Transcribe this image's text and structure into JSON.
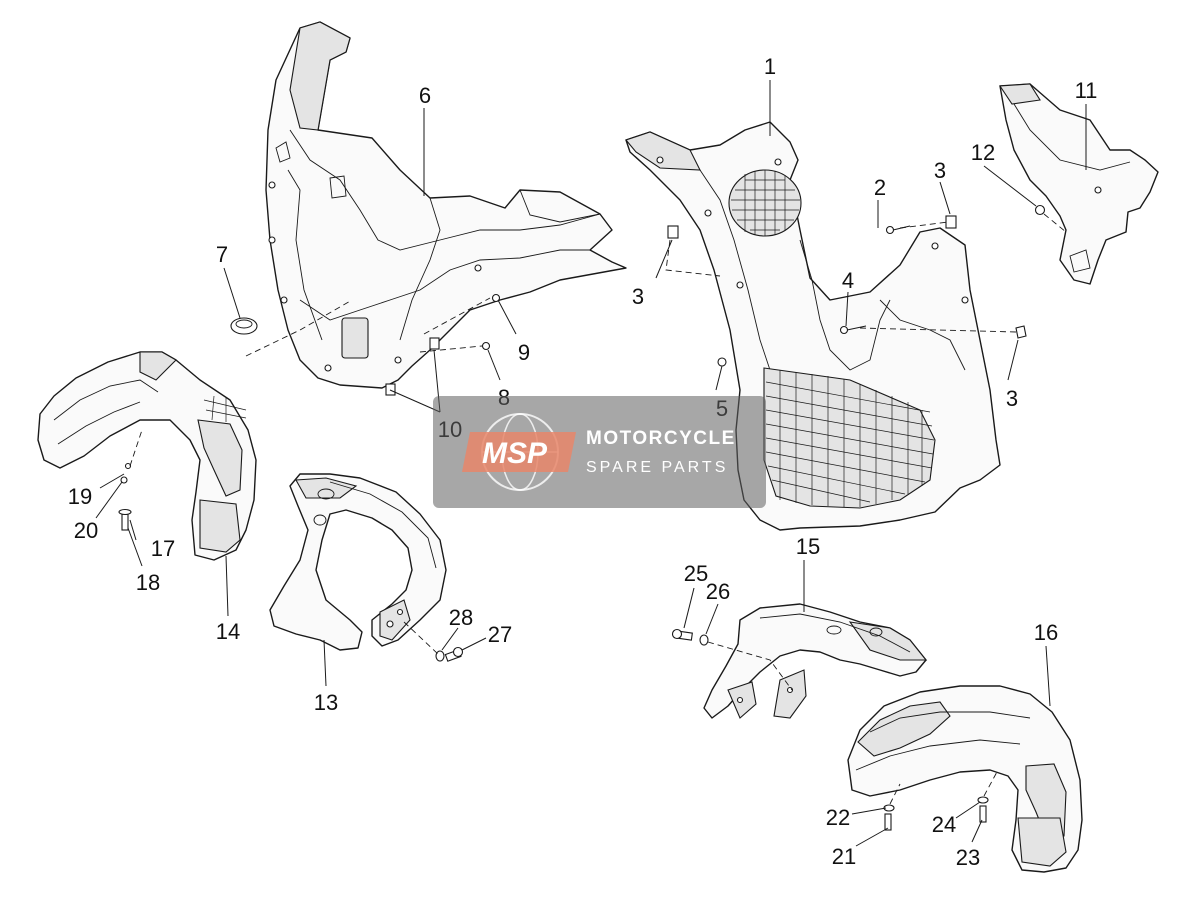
{
  "watermark": {
    "logo_text": "MSP",
    "line1": "MOTORCYCLE",
    "line2": "SPARE PARTS",
    "colors": {
      "panel": "#5e5e5e",
      "logo": "#e8866a"
    }
  },
  "callouts": [
    "1",
    "2",
    "3",
    "3",
    "3",
    "4",
    "5",
    "6",
    "7",
    "8",
    "9",
    "10",
    "11",
    "12",
    "13",
    "14",
    "15",
    "16",
    "17",
    "18",
    "19",
    "20",
    "21",
    "22",
    "23",
    "24",
    "25",
    "26",
    "27",
    "28"
  ]
}
